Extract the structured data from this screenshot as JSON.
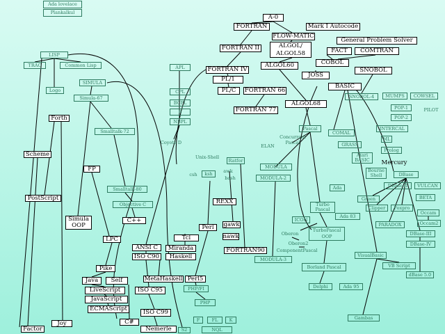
{
  "nodes": {
    "ada_lovelace": "Ada lovelace",
    "plankalkul": "Plankalkul",
    "a0": "A-0",
    "fortran": "FORTRAN",
    "mark_i_autocode": "Mark I Autocode",
    "flow_matic": "FLOW-MATIC",
    "general_problem_solver": "General Problem Solver",
    "algol58": "ALGOL/\nALGOL58",
    "fortran_ii": "FORTRAN II",
    "fact": "FACT",
    "comtran": "COMTRAN",
    "cobol": "COBOL",
    "lisp": "LISP",
    "trac": "TRAC",
    "common_lisp": "Common Lisp",
    "api": "APL",
    "algol60": "ALGOL60",
    "snobol": "SNOBOL",
    "fortran_iv": "FORTRAN IV",
    "joss": "JOSS",
    "logo": "Logo",
    "simula": "SIMULA",
    "pl1": "PL/1",
    "basic": "BASIC",
    "cpl": "CPL",
    "simula67": "Simula-67",
    "pl_c": "PL/C",
    "fortran66": "FORTRAN 66",
    "snobol4": "SNOBOL-4",
    "mumps": "MUMPS",
    "cowsel": "COWSEL",
    "bcpl": "BCPL",
    "algol68": "ALGOL68",
    "pop1": "POP-1",
    "pilot": "PILOT",
    "b": "B",
    "fortran77": "FORTRAN 77",
    "pop2": "POP-2",
    "forth": "Forth",
    "nbpl": "NBPL",
    "smalltalk72": "Smalltalk-72",
    "pascal": "Pascal",
    "comal": "COMAL",
    "intercal": "INTERCAL",
    "concurrent_pascal": "Concurrent\nPascal",
    "coyote_d": "Coyote  D",
    "ml": "ML",
    "grass": "GRASS",
    "elan": "ELAN",
    "unix_shell": "Unix-Shell",
    "ratfor": "Ratfor",
    "scheme": "Scheme",
    "prolog": "Prolog",
    "mercury": "Mercury",
    "atari_basic": "Atari\nBASIC",
    "csh": "csh",
    "ksh": "ksh",
    "awk": "awk",
    "bash": "bash",
    "modula": "MODULA",
    "fp": "FP",
    "bourne_shell": "Bourne\nShell",
    "dbase": "DBase",
    "modula2": "MODULA-2",
    "smalltalk80": "Smalltalk-80",
    "ada": "Ada",
    "vulcan": "VULCAN",
    "postscript": "PostScript",
    "greenl": "Green",
    "dbase_ii": "DBase-II",
    "beta": "BETA",
    "objective_c": "Objective C",
    "rexx": "REXX",
    "turbo_pascal": "Turbo\nPascal",
    "clipper": "Clipper",
    "foxpro": "Foxpro",
    "simula_oop": "Simula\nOOP",
    "cpp": "C++",
    "gawk": "gawk",
    "occam": "Occam",
    "icon": "ICON",
    "ada83": "Ada 83",
    "perl": "Perl",
    "nawk": "nawk",
    "paradox": "PARADOX",
    "occam2": "Occam2",
    "lpc": "LPC",
    "tcl": "Tcl",
    "oberon": "Oberon",
    "turbopascal_oop": "TurboPascal\nOOP",
    "dbase_iii": "DBase-III",
    "ansi_c": "ANSI C",
    "miranda": "Miranda",
    "oberon2": "Oberon2",
    "fortran90": "FORTRAN90",
    "component_pascal": "ComponentPascal",
    "dbase_iv": "DBase-IV",
    "iso_c90": "ISO C90",
    "haskell": "Haskell",
    "modula3": "MODULA-3",
    "visualbasic": "VisualBasic",
    "pike": "Pike",
    "vb_script": "VB Script",
    "borland_pascal": "Borland Pascal",
    "java": "Java",
    "self": "Self",
    "metahaskell": "MetaHaskell",
    "perl5": "Perl5",
    "dbase50": "dBase 5.0",
    "livescript": "LiveScript",
    "iso_c95": "ISO C95",
    "php_fi": "PHP/FI",
    "delphi": "Delphi",
    "ada95": "Ada 95",
    "javascript": "JavaScript",
    "php": "PHP",
    "ecmascript": "ECMAScript",
    "iso_c99": "ISO C99",
    "csharp": "C#",
    "f": "F",
    "fl": "FL",
    "k": "K",
    "joy": "Joy",
    "gambas": "Gambas",
    "factor": "Factor",
    "nemerle": "Nemerle",
    "s2": "S2",
    "nqs": "NQL"
  },
  "colors": {
    "background_top": "#d9fbf3",
    "background_bottom": "#9ef0dc",
    "green_text": "#2d7a5f",
    "line": "#000000"
  }
}
